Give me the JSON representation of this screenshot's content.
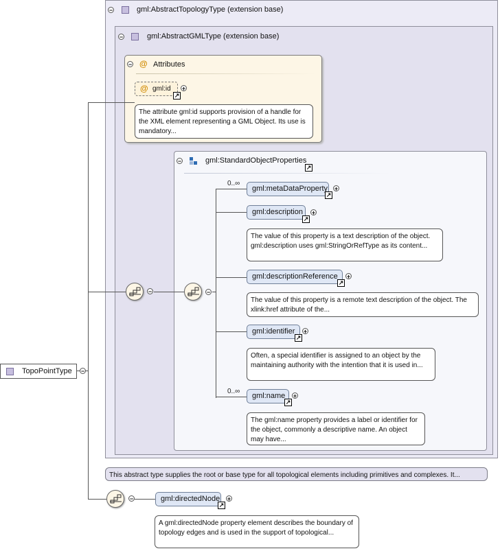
{
  "root": {
    "label": "TopoPointType"
  },
  "topology_type": {
    "label": "gml:AbstractTopologyType (extension base)"
  },
  "gml_type": {
    "label": "gml:AbstractGMLType (extension base)"
  },
  "attributes": {
    "label": "Attributes",
    "id_attr": "gml:id",
    "id_doc": "The attribute gml:id supports provision of a handle for the XML element representing a GML Object. Its use is mandatory..."
  },
  "group": {
    "label": "gml:StandardObjectProperties",
    "elements": [
      {
        "name": "gml:metaDataProperty",
        "occurs": "0..∞",
        "doc": ""
      },
      {
        "name": "gml:description",
        "occurs": "",
        "doc": "The value of this property is a text description of the object. gml:description uses gml:StringOrRefType as its content..."
      },
      {
        "name": "gml:descriptionReference",
        "occurs": "",
        "doc": "The value of this property is a remote text description of the object. The xlink:href attribute of the..."
      },
      {
        "name": "gml:identifier",
        "occurs": "",
        "doc": "Often, a special identifier is assigned to an object by the maintaining authority with the intention that it is used in..."
      },
      {
        "name": "gml:name",
        "occurs": "0..∞",
        "doc": "The gml:name property provides a label or identifier for the object, commonly a descriptive name. An object may have..."
      }
    ]
  },
  "abstract_doc": "This abstract type supplies the root or base type for all topological elements including primitives and complexes. It...",
  "directed_node": {
    "name": "gml:directedNode",
    "doc": "A gml:directedNode property element describes the boundary of topology edges and is used in the support of topological..."
  },
  "icons": {
    "collapse": "⊖",
    "expand": "⊕",
    "link": "↗",
    "at": "@"
  }
}
